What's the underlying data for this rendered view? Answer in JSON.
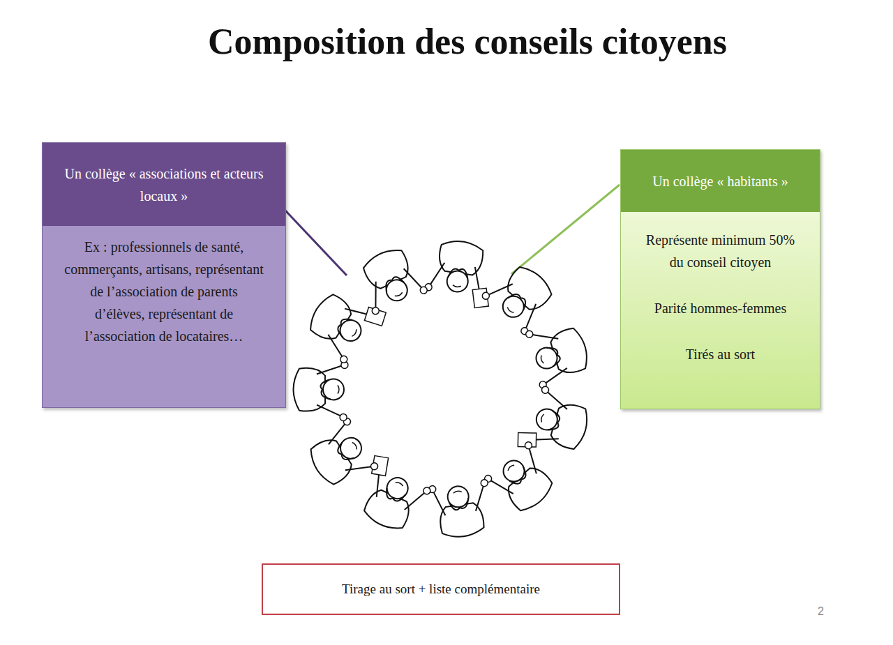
{
  "diagram": {
    "title": "Composition des conseils citoyens",
    "nodes": [
      {
        "text": [
          "Un collège « associations et acteurs locaux »",
          "Ex : professionnels de santé, commerçants, artisans, représentant de l’association de parents d’élèves, représentant de l’association de locataires…"
        ]
      },
      {
        "text": [
          "Un collège « habitants »",
          "Représente minimum 50% du conseil citoyen",
          "Parité hommes-femmes",
          "Tirés au sort"
        ]
      },
      {
        "text": [
          "Tirage au sort + liste complémentaire"
        ]
      }
    ],
    "labels": [
      "2"
    ]
  }
}
